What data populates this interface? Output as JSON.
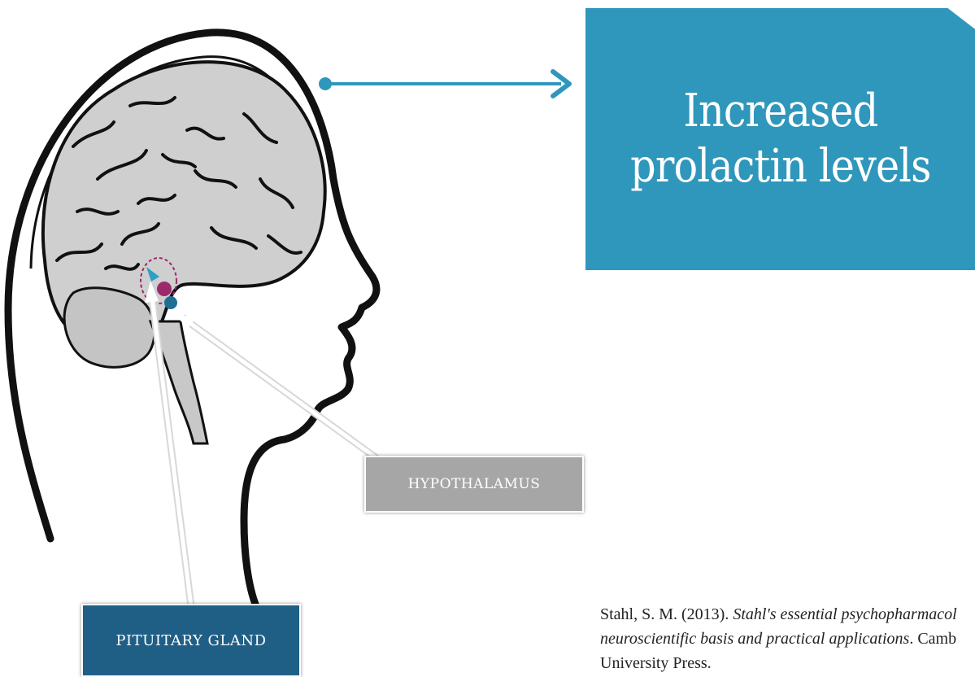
{
  "callout": {
    "text_line1": "Increased",
    "text_line2": "prolactin levels"
  },
  "labels": {
    "hypothalamus": "HYPOTHALAMUS",
    "pituitary": "PITUITARY GLAND"
  },
  "citation": {
    "authors_year": "Stahl, S. M. (2013). ",
    "title_line1": "Stahl's essential psychopharmacol",
    "title_line2": "neuroscientific basis and practical applications",
    "publisher_line2": ". Camb",
    "publisher_line3": "University Press."
  },
  "colors": {
    "callout_bg": "#2f97bb",
    "hypothalamus_box": "#a6a6a6",
    "pituitary_box": "#1f5f86",
    "brain_fill": "#cfcfcf",
    "outline": "#111111",
    "arrow": "#2f97bb",
    "pituitary_marker": "#2f9fc6",
    "hypothalamus_marker": "#9c2a6a"
  },
  "icons": {
    "head": "head-silhouette-icon",
    "brain": "brain-icon",
    "arrow": "arrow-right-icon"
  }
}
